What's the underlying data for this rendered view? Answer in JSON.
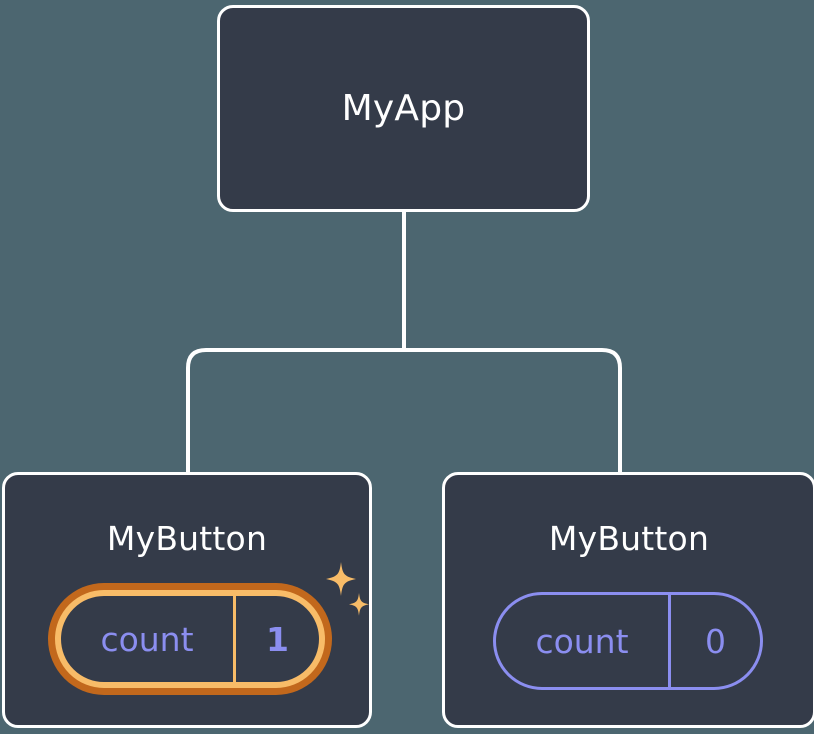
{
  "diagram": {
    "type": "component-tree",
    "background_color": "#4c6670",
    "node_fill_color": "#343b49",
    "node_border_color": "#ffffff",
    "connector_color": "#ffffff",
    "highlight_inner_color": "#f8bc68",
    "highlight_outer_color": "#c2681c",
    "state_text_color": "#8b8ef0",
    "nodes": {
      "root": {
        "label": "MyApp"
      },
      "child_left": {
        "label": "MyButton",
        "state": {
          "key": "count",
          "value": "1",
          "highlighted": "true"
        }
      },
      "child_right": {
        "label": "MyButton",
        "state": {
          "key": "count",
          "value": "0",
          "highlighted": "false"
        }
      }
    },
    "icons": {
      "sparkle_large": "sparkle-icon",
      "sparkle_small": "sparkle-icon"
    }
  }
}
